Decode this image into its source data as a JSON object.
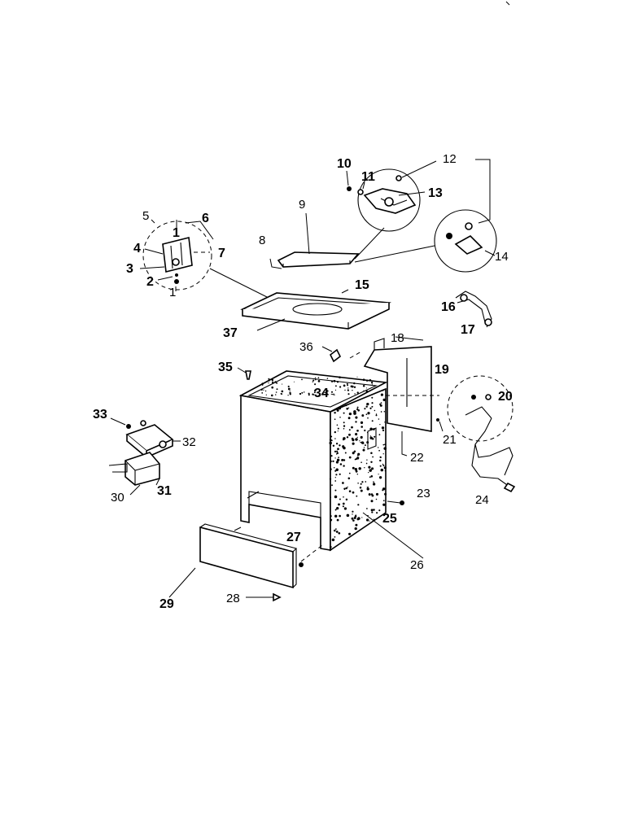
{
  "callouts": [
    {
      "id": "c1",
      "text": "1"
    },
    {
      "id": "c2",
      "text": "2"
    },
    {
      "id": "c3",
      "text": "3"
    },
    {
      "id": "c4",
      "text": "4"
    },
    {
      "id": "c5",
      "text": "5"
    },
    {
      "id": "c6",
      "text": "6"
    },
    {
      "id": "c7",
      "text": "7"
    },
    {
      "id": "c8",
      "text": "8"
    },
    {
      "id": "c9",
      "text": "9"
    },
    {
      "id": "c10",
      "text": "10"
    },
    {
      "id": "c11",
      "text": "11"
    },
    {
      "id": "c12",
      "text": "12"
    },
    {
      "id": "c13",
      "text": "13"
    },
    {
      "id": "c14",
      "text": "14"
    },
    {
      "id": "c15",
      "text": "15"
    },
    {
      "id": "c16",
      "text": "16"
    },
    {
      "id": "c17",
      "text": "17"
    },
    {
      "id": "c18",
      "text": "18"
    },
    {
      "id": "c19",
      "text": "19"
    },
    {
      "id": "c20",
      "text": "20"
    },
    {
      "id": "c21",
      "text": "21"
    },
    {
      "id": "c22",
      "text": "22"
    },
    {
      "id": "c23",
      "text": "23"
    },
    {
      "id": "c24",
      "text": "24"
    },
    {
      "id": "c25",
      "text": "25"
    },
    {
      "id": "c26",
      "text": "26"
    },
    {
      "id": "c27",
      "text": "27"
    },
    {
      "id": "c28",
      "text": "28"
    },
    {
      "id": "c29",
      "text": "29"
    },
    {
      "id": "c30",
      "text": "30"
    },
    {
      "id": "c31",
      "text": "31"
    },
    {
      "id": "c32",
      "text": "32"
    },
    {
      "id": "c33",
      "text": "33"
    },
    {
      "id": "c34",
      "text": "34"
    },
    {
      "id": "c35",
      "text": "35"
    },
    {
      "id": "c36",
      "text": "36"
    },
    {
      "id": "c37",
      "text": "37"
    }
  ]
}
